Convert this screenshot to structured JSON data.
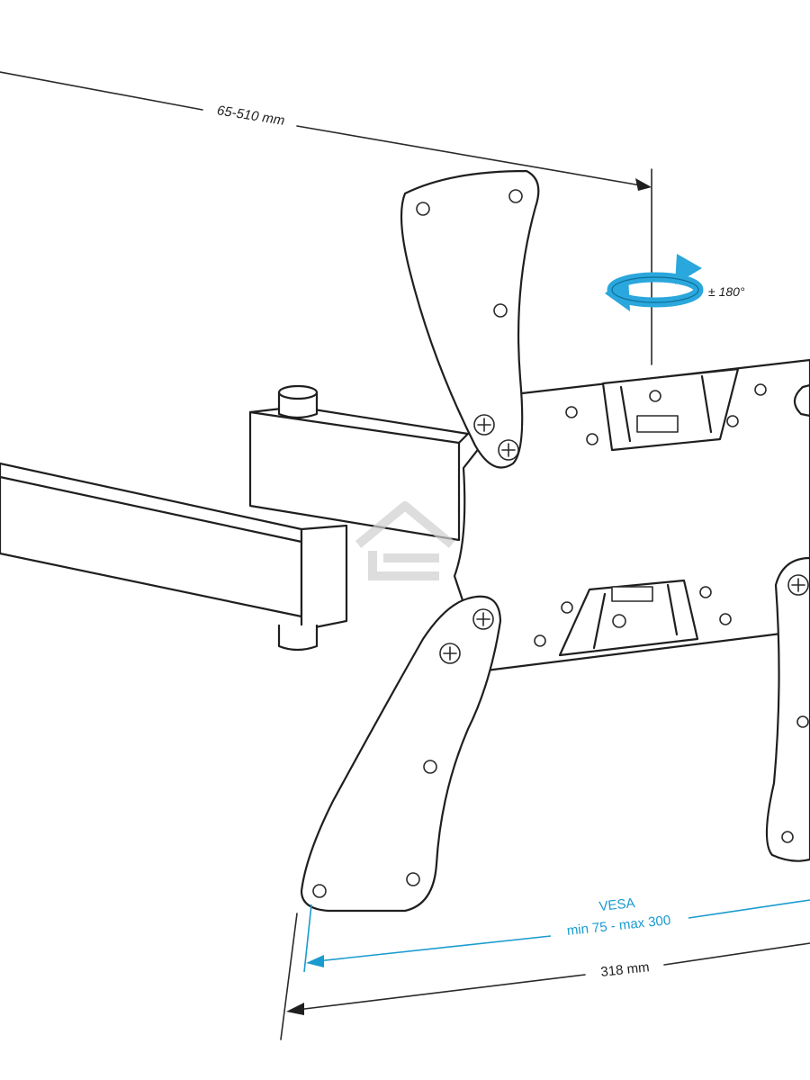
{
  "labels": {
    "arm_extension": "65-510 mm",
    "swivel": "± 180°",
    "vesa_title": "VESA",
    "vesa_range": "min 75 - max 300",
    "plate_width": "318 mm"
  },
  "icons": {
    "rotation": "swivel-arrow-icon",
    "watermark": "house-logo-icon"
  },
  "colors": {
    "line": "#1f1f1f",
    "vesa_accent": "#1a9bd0",
    "rotation_arrow": "#2aa7dc",
    "watermark": "#cfcfcf"
  }
}
